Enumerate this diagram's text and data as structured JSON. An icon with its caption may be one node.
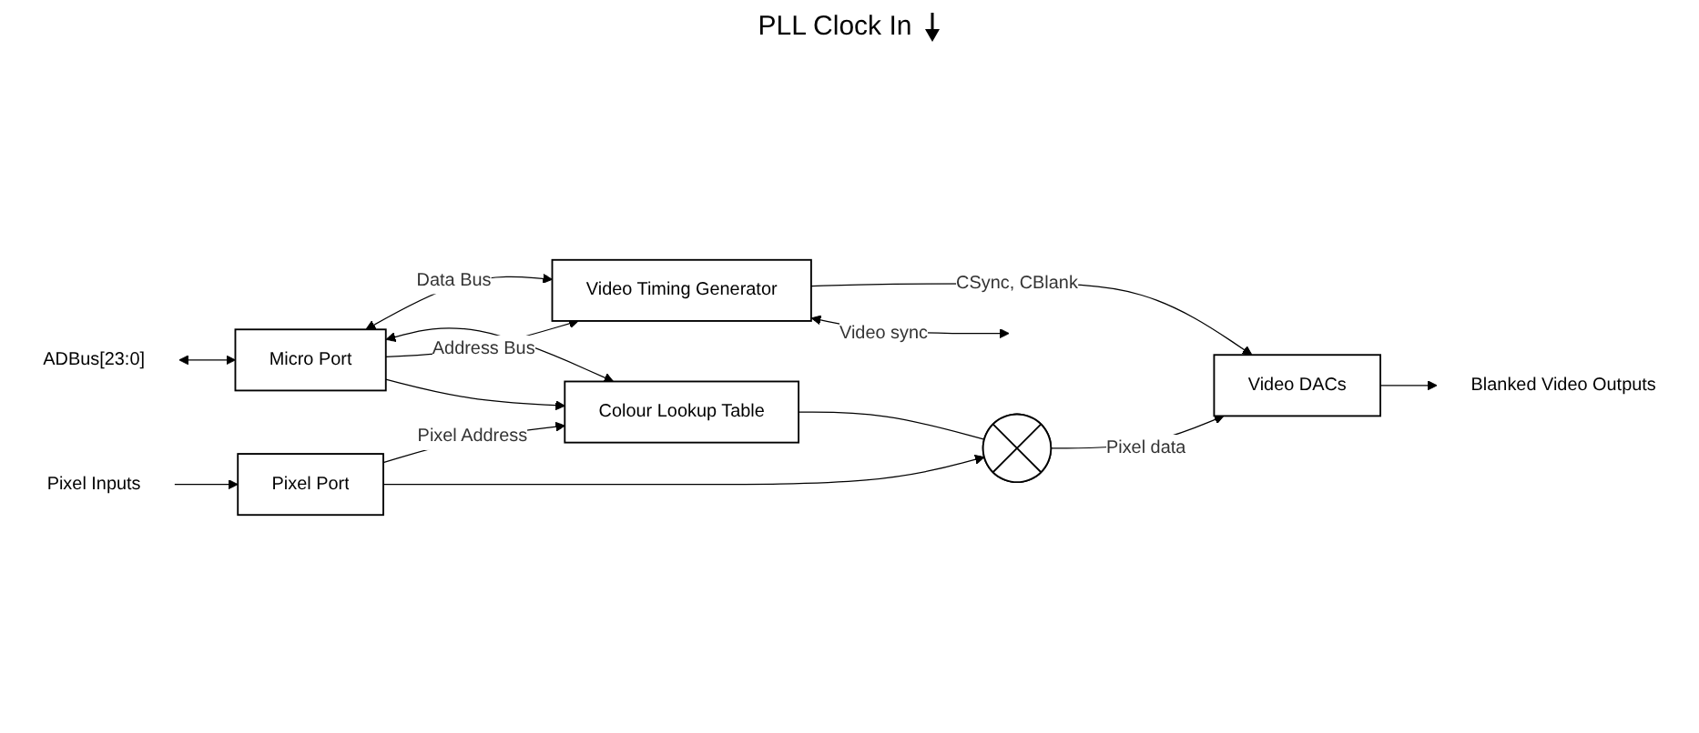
{
  "diagram": {
    "nodes": [
      {
        "text": [
          "Micro Port"
        ]
      },
      {
        "text": [
          "Video Timing Generator"
        ]
      },
      {
        "text": [
          "Colour Lookup Table"
        ]
      },
      {
        "text": [
          "Pixel Port"
        ]
      },
      {
        "text": [],
        "shape": "circle"
      },
      {
        "text": [
          "Video DACs"
        ]
      },
      {
        "text": [
          "ADBus[23:0]"
        ]
      },
      {
        "text": [
          "Pixel Inputs"
        ]
      },
      {
        "text": [
          "Blanked Video Outputs"
        ]
      }
    ],
    "edges": [
      {
        "from": 6,
        "to": 0,
        "arrow": "both"
      },
      {
        "from": 0,
        "to": 1,
        "arrow": "both",
        "label": "Data Bus"
      },
      {
        "from": 0,
        "to": 2,
        "arrow": "both"
      },
      {
        "from": 0,
        "to": 1,
        "arrow": "to",
        "label": "Address Bus"
      },
      {
        "from": 0,
        "to": 2,
        "arrow": "to"
      },
      {
        "from": 3,
        "to": 2,
        "arrow": "to",
        "label": "Pixel Address"
      },
      {
        "from": 7,
        "to": 3,
        "arrow": "to"
      },
      {
        "from": 2,
        "to": 4,
        "arrow": "none"
      },
      {
        "from": 3,
        "to": 4,
        "arrow": "to"
      },
      {
        "from": 4,
        "to": 5,
        "arrow": "to",
        "label": "Pixel data"
      },
      {
        "from": 1,
        "to": 5,
        "arrow": "to",
        "label": "CSync, CBlank"
      },
      {
        "from": 5,
        "to": 8,
        "arrow": "to"
      },
      {
        "from": 1,
        "to": null,
        "arrow": "both",
        "label": "Video sync"
      }
    ],
    "labels": [
      "PLL Clock In"
    ]
  }
}
